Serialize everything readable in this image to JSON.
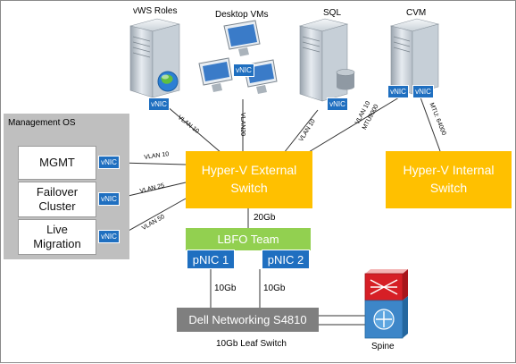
{
  "servers": {
    "vws_roles": "vWS Roles",
    "desktop_vms": "Desktop VMs",
    "sql": "SQL",
    "cvm": "CVM"
  },
  "vnic_label": "vNIC",
  "management_os": {
    "title": "Management OS",
    "items": [
      "MGMT",
      "Failover\nCluster",
      "Live\nMigration"
    ]
  },
  "switches": {
    "external": "Hyper-V External\nSwitch",
    "internal": "Hyper-V Internal\nSwitch"
  },
  "links": {
    "vws_vlan": "VLAN 10",
    "desktop_vlan": "VLAN20",
    "sql_vlan": "VLAN 10",
    "cvm_vlan": "VLAN 10",
    "cvm_mtu": "MTU9000",
    "internal_mtu": "MTU: 64000",
    "mgmt_vlan": "VLAN 10",
    "failover_vlan": "VLAN 25",
    "migration_vlan": "VLAN 50",
    "team_uplink": "20Gb",
    "pnic1_link": "10Gb",
    "pnic2_link": "10Gb"
  },
  "team": {
    "label": "LBFO Team",
    "pnic1": "pNIC 1",
    "pnic2": "pNIC 2"
  },
  "network": {
    "switch_label": "Dell Networking S4810",
    "switch_caption": "10Gb Leaf Switch",
    "spine_label": "Spine"
  },
  "colors": {
    "switch": "#ffc000",
    "team": "#92d050",
    "nic": "#1f6fc0",
    "leaf_switch": "#7f7f7f",
    "mgmt_background": "#bfbfbf"
  }
}
